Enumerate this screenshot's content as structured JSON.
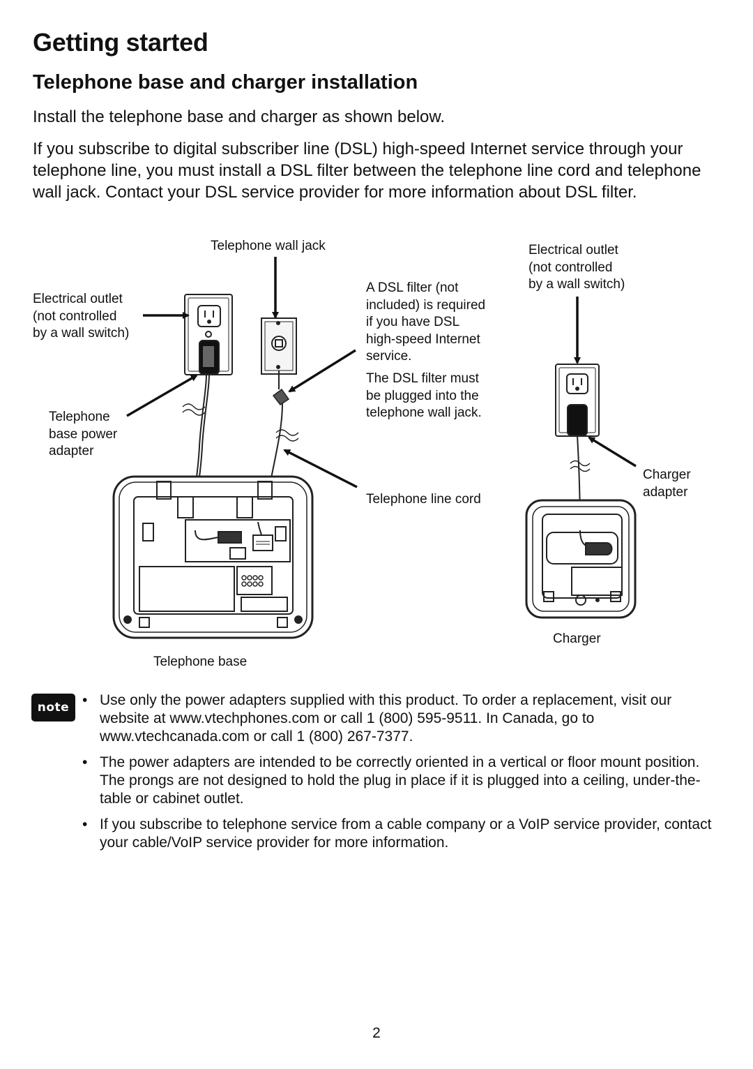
{
  "header": {
    "title": "Getting started"
  },
  "section": {
    "title": "Telephone base and charger installation"
  },
  "intro": "Install the telephone base and charger as shown below.",
  "dsl_paragraph": "If you subscribe to digital subscriber line (DSL) high-speed Internet service through your telephone line, you must install a DSL filter between the telephone line cord and telephone wall jack. Contact your DSL service provider for more information about DSL filter.",
  "diagram": {
    "labels": {
      "wall_jack": "Telephone wall jack",
      "outlet_left": [
        "Electrical outlet",
        "(not controlled",
        "by a wall switch)"
      ],
      "outlet_right": [
        "Electrical outlet",
        "(not controlled",
        "by a wall switch)"
      ],
      "dsl_filter": [
        "A DSL filter (not",
        "included) is required",
        "if you have DSL",
        "high-speed Internet",
        "service."
      ],
      "dsl_plug": [
        "The DSL filter must",
        "be plugged into the",
        "telephone wall jack."
      ],
      "base_adapter": [
        "Telephone",
        "base power",
        "adapter"
      ],
      "charger_adapter": [
        "Charger",
        "adapter"
      ],
      "line_cord": "Telephone line cord",
      "base": "Telephone base",
      "charger": "Charger"
    }
  },
  "note": {
    "badge": "note",
    "bullet": "•",
    "items": [
      "Use only the power adapters supplied with this product. To order a replacement, visit our website at www.vtechphones.com or call 1 (800) 595-9511. In Canada, go to www.vtechcanada.com or call 1 (800) 267-7377.",
      "The power adapters are intended to be correctly oriented in a vertical or floor mount position. The prongs are not designed to hold the plug in place if it is plugged into a ceiling, under-the-table or cabinet outlet.",
      "If you subscribe to telephone service from a cable company or a VoIP service provider, contact your cable/VoIP service provider for more information."
    ]
  },
  "page_number": "2"
}
